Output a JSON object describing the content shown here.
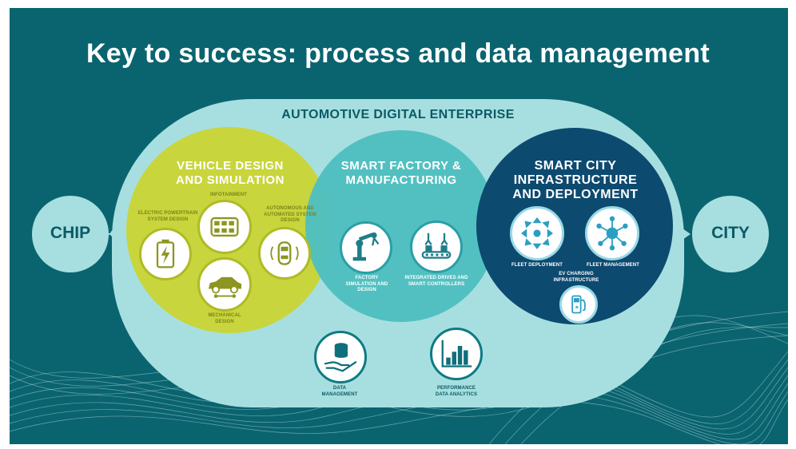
{
  "title": "Key to success: process and data management",
  "enterprise_title": "AUTOMOTIVE DIGITAL ENTERPRISE",
  "chip_label": "CHIP",
  "city_label": "CITY",
  "sections": {
    "vehicle": {
      "title_line1": "VEHICLE DESIGN",
      "title_line2": "AND SIMULATION",
      "items": {
        "infotainment": "INFOTAINMENT",
        "powertrain_l1": "ELECTRIC POWERTRAIN",
        "powertrain_l2": "SYSTEM DESIGN",
        "autonomous_l1": "AUTONOMOUS AND",
        "autonomous_l2": "AUTOMATED SYSTEM",
        "autonomous_l3": "DESIGN",
        "mechanical_l1": "MECHANICAL",
        "mechanical_l2": "DESIGN"
      }
    },
    "factory": {
      "title_line1": "SMART FACTORY &",
      "title_line2": "MANUFACTURING",
      "items": {
        "factory_sim_l1": "FACTORY",
        "factory_sim_l2": "SIMULATION AND",
        "factory_sim_l3": "DESIGN",
        "drives_l1": "INTEGRATED DRIVES AND",
        "drives_l2": "SMART CONTROLLERS"
      }
    },
    "city": {
      "title_line1": "SMART CITY",
      "title_line2": "INFRASTRUCTURE",
      "title_line3": "AND DEPLOYMENT",
      "items": {
        "fleet_deploy": "FLEET DEPLOYMENT",
        "fleet_mgmt": "FLEET MANAGEMENT",
        "ev_l1": "EV CHARGING",
        "ev_l2": "INFRASTRUCTURE"
      }
    }
  },
  "bottom": {
    "data_mgmt_l1": "DATA",
    "data_mgmt_l2": "MANAGEMENT",
    "perf_l1": "PERFORMANCE",
    "perf_l2": "DATA ANALYTICS"
  },
  "colors": {
    "background": "#0a6470",
    "enterprise": "#a7dfe0",
    "vehicle": "#c8d53c",
    "factory": "#4fbfc0",
    "city": "#0d4a70",
    "title_text": "#0b5a66"
  },
  "icons": [
    "battery-icon",
    "infotainment-icon",
    "autonomous-car-icon",
    "car-icon",
    "robot-arm-icon",
    "assembly-line-icon",
    "fleet-deployment-icon",
    "network-icon",
    "ev-charger-icon",
    "database-hand-icon",
    "analytics-chart-icon"
  ]
}
